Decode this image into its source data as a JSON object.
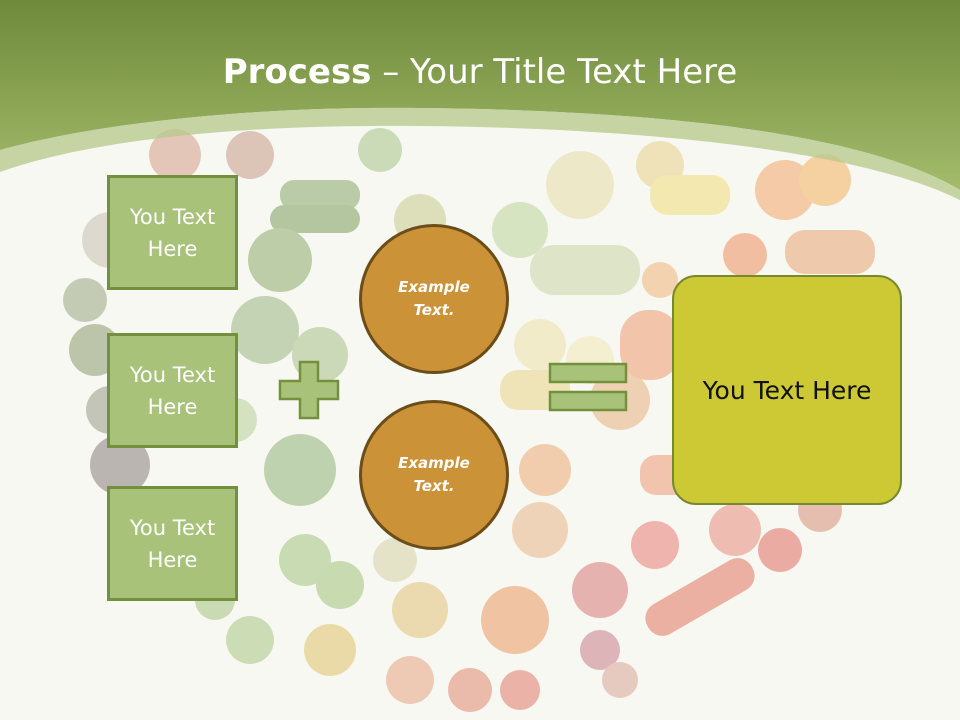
{
  "slide": {
    "title_bold": "Process",
    "title_rest": " – Your Title Text Here",
    "input_boxes": [
      "You Text Here",
      "You Text Here",
      "You Text Here"
    ],
    "circles": [
      "Example Text.",
      "Example Text."
    ],
    "result_box": "You Text Here"
  },
  "colors": {
    "header_green": "#8da858",
    "box_fill": "#a9c27a",
    "box_border": "#73913c",
    "circle_fill": "#cc9238",
    "circle_border": "#6b4d19",
    "result_fill": "#ccc935"
  },
  "icons": {
    "plus": "plus-icon",
    "equals": "equals-icon"
  }
}
